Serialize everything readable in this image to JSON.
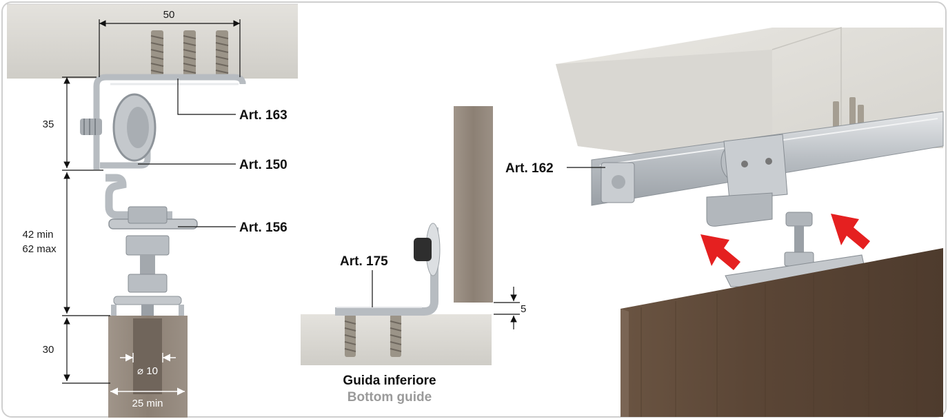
{
  "left_section": {
    "dimensions": {
      "width_top": "50",
      "height_upper": "35",
      "height_middle_min": "42 min",
      "height_middle_max": "62 max",
      "height_lower": "30",
      "diameter": "⌀ 10",
      "width_bottom": "25 min"
    },
    "part_labels": {
      "anchor": "Art. 163",
      "trolley": "Art. 150",
      "bracket": "Art. 156"
    }
  },
  "middle_section": {
    "part_label": "Art. 175",
    "dimension": "5",
    "caption_it": "Guida inferiore",
    "caption_en": "Bottom guide"
  },
  "right_section": {
    "part_label": "Art. 162"
  },
  "colors": {
    "concrete": "#d8d6d1",
    "metal": "#c8ccd0",
    "wood_left": "#8f8377",
    "wood_right": "#5a4636",
    "arrow_red": "#e52020",
    "frame_border": "#d0d0d0"
  },
  "icons": [
    "red-arrow-icon",
    "dimension-arrow-icon"
  ]
}
